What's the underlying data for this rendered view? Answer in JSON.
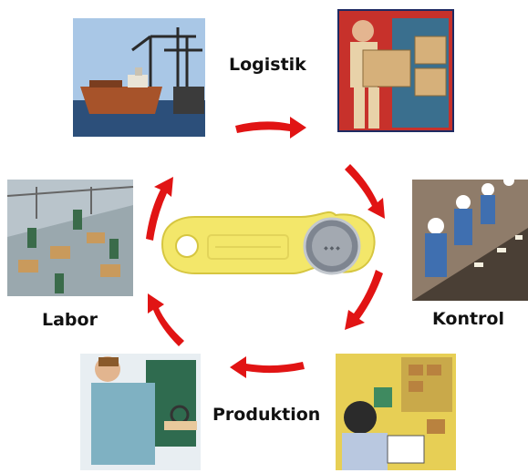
{
  "labels": {
    "logistik": "Logistik",
    "kontrol": "Kontrol",
    "produktion": "Produktion",
    "labor": "Labor"
  },
  "colors": {
    "arrow": "#e11414",
    "key_fob": "#f3e76a",
    "key_button": "#9aa0a8",
    "sky_ship": "#a9c7e6",
    "ship_hull": "#a7532a",
    "truck_red": "#c7312b",
    "box_tan": "#d6b07a",
    "factory_wall": "#8f7c6a",
    "lab_blue": "#7fb1c2",
    "warehouse_yellow": "#e7cf55"
  },
  "icons": [
    "ship-cranes-illustration",
    "delivery-worker-illustration",
    "assembly-line-illustration",
    "warehouse-clipboard-illustration",
    "lab-scientist-illustration",
    "factory-floor-illustration",
    "ibutton-key-fob"
  ]
}
